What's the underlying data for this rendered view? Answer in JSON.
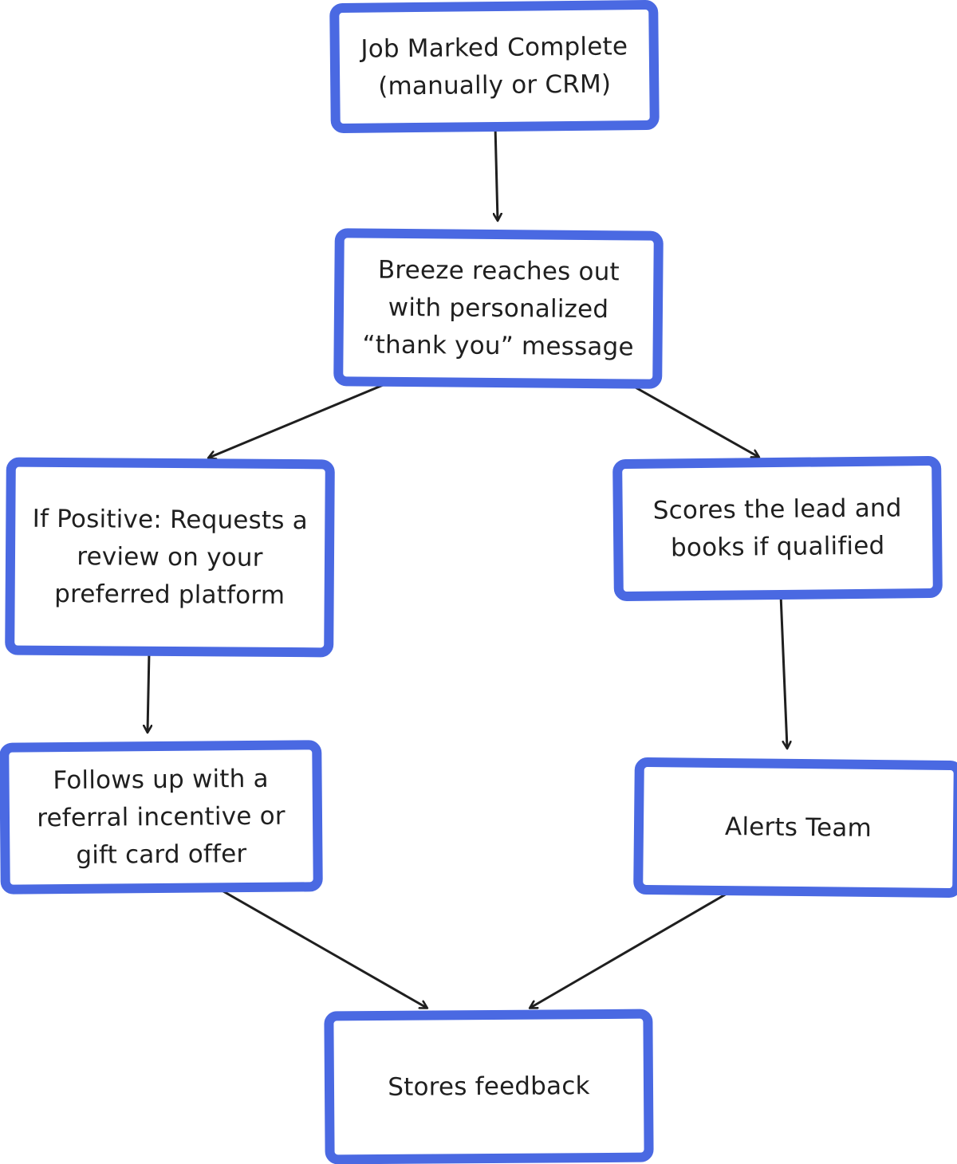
{
  "colors": {
    "box_border": "#4a69e2",
    "box_fill": "#ffffff",
    "text": "#1f1f1f",
    "arrow": "#1f1f1f"
  },
  "nodes": {
    "start": {
      "label": "Job Marked Complete\n(manually or CRM)"
    },
    "reach_out": {
      "label": "Breeze reaches out\nwith personalized\n“thank you” message"
    },
    "positive": {
      "label": "If Positive: Requests a\nreview on your\npreferred platform"
    },
    "score": {
      "label": "Scores the lead and\nbooks if qualified"
    },
    "follow_up": {
      "label": "Follows up with a\nreferral incentive or\ngift card offer"
    },
    "alerts": {
      "label": "Alerts Team"
    },
    "store": {
      "label": "Stores feedback"
    }
  },
  "edges": [
    {
      "from": "start",
      "to": "reach_out"
    },
    {
      "from": "reach_out",
      "to": "positive"
    },
    {
      "from": "reach_out",
      "to": "score"
    },
    {
      "from": "positive",
      "to": "follow_up"
    },
    {
      "from": "score",
      "to": "alerts"
    },
    {
      "from": "follow_up",
      "to": "store"
    },
    {
      "from": "alerts",
      "to": "store"
    }
  ]
}
